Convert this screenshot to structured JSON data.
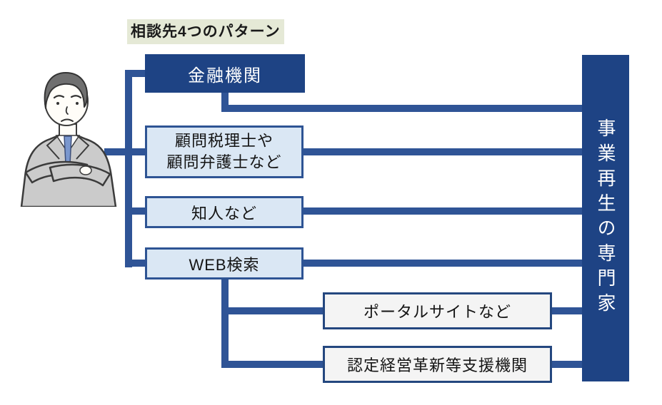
{
  "title": "相談先4つのパターン",
  "nodes": {
    "financial": "金融機関",
    "advisor_line1": "顧問税理士や",
    "advisor_line2": "顧問弁護士など",
    "acquaintance": "知人など",
    "web_search": "WEB検索",
    "portal": "ポータルサイトなど",
    "certified": "認定経営革新等支援機関"
  },
  "right_bar": "事業再生の専門家",
  "icons": {
    "person": "worried-businessman-with-crossed-arms"
  },
  "colors": {
    "navy_box": "#1E4384",
    "connector_blue": "#2F5496",
    "light_blue_fill": "#DAE7F4",
    "light_blue_border": "#2E5494",
    "gray_fill": "#F4F4F4",
    "gray_border": "#24477F",
    "title_highlight": "#E5E9D6"
  }
}
